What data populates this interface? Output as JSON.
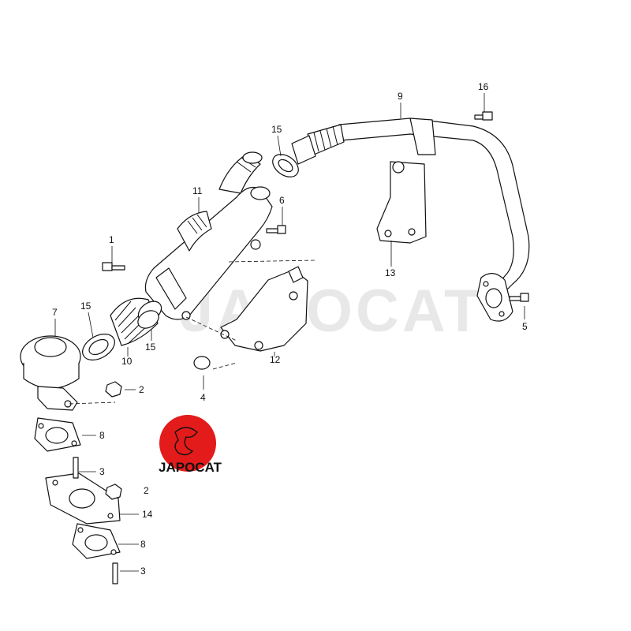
{
  "watermark": "JAPOCAT",
  "logo": {
    "text": "JAPOCAT",
    "color": "#e31b1b"
  },
  "callouts": {
    "c1": "1",
    "c2a": "2",
    "c2b": "2",
    "c3a": "3",
    "c3b": "3",
    "c4": "4",
    "c5": "5",
    "c6": "6",
    "c7": "7",
    "c8a": "8",
    "c8b": "8",
    "c9": "9",
    "c10": "10",
    "c11": "11",
    "c12": "12",
    "c13": "13",
    "c14": "14",
    "c15a": "15",
    "c15b": "15",
    "c15c": "15",
    "c16": "16"
  }
}
